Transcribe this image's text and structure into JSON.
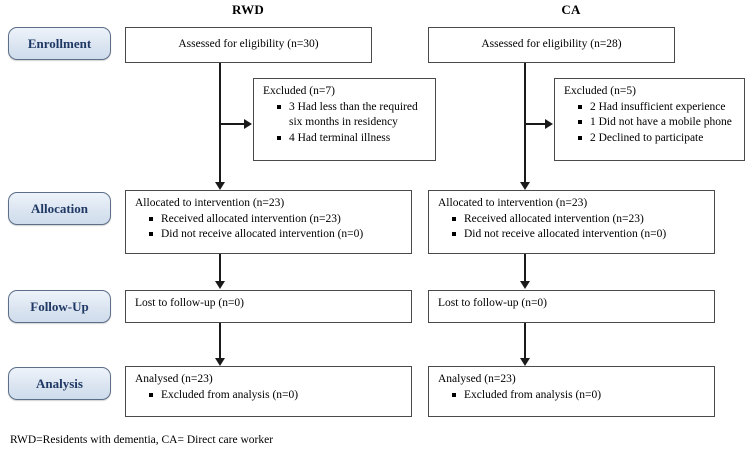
{
  "figure": {
    "type": "consort-flow-diagram",
    "footnote": "RWD=Residents with dementia, CA= Direct care worker"
  },
  "columns": [
    {
      "key": "rwd",
      "header": "RWD"
    },
    {
      "key": "ca",
      "header": "CA"
    }
  ],
  "stages": [
    {
      "key": "enrollment",
      "label": "Enrollment"
    },
    {
      "key": "allocation",
      "label": "Allocation"
    },
    {
      "key": "followup",
      "label": "Follow-Up"
    },
    {
      "key": "analysis",
      "label": "Analysis"
    }
  ],
  "rwd": {
    "enrollment": {
      "title": "Assessed for eligibility (n=30)"
    },
    "excluded": {
      "title": "Excluded (n=7)",
      "items": [
        "3 Had less than the required six months in residency",
        "4 Had terminal illness"
      ]
    },
    "allocation": {
      "title": "Allocated to intervention (n=23)",
      "items": [
        "Received allocated intervention (n=23)",
        "Did not receive allocated intervention (n=0)"
      ]
    },
    "followup": {
      "title": "Lost to follow-up (n=0)"
    },
    "analysis": {
      "title": "Analysed (n=23)",
      "items": [
        "Excluded from analysis (n=0)"
      ]
    }
  },
  "ca": {
    "enrollment": {
      "title": "Assessed for eligibility (n=28)"
    },
    "excluded": {
      "title": "Excluded (n=5)",
      "items": [
        "2 Had insufficient experience",
        "1 Did not have a mobile phone",
        "2 Declined to participate"
      ]
    },
    "allocation": {
      "title": "Allocated to intervention (n=23)",
      "items": [
        "Received allocated intervention (n=23)",
        "Did not receive allocated intervention (n=0)"
      ]
    },
    "followup": {
      "title": "Lost to follow-up (n=0)"
    },
    "analysis": {
      "title": "Analysed (n=23)",
      "items": [
        "Excluded from analysis (n=0)"
      ]
    }
  },
  "colors": {
    "pill_fill": "#dbe5f1",
    "pill_border": "#5c6e88",
    "pill_text": "#1f3864",
    "box_border": "#4a4a4a",
    "connector": "#1a1a1a"
  }
}
